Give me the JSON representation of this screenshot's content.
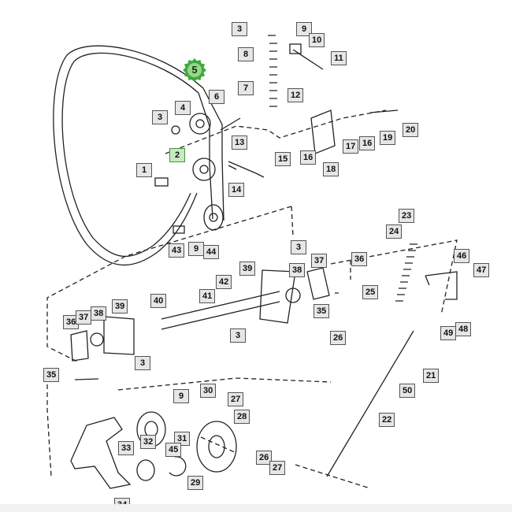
{
  "diagram": {
    "highlight_color": "#3fa83f",
    "callout_icon": "gear-icon",
    "callouts": [
      {
        "id": "c-3a",
        "text": "3"
      },
      {
        "id": "c-9a",
        "text": "9"
      },
      {
        "id": "c-10",
        "text": "10"
      },
      {
        "id": "c-8",
        "text": "8"
      },
      {
        "id": "c-11",
        "text": "11"
      },
      {
        "id": "c-5",
        "text": "5"
      },
      {
        "id": "c-7",
        "text": "7"
      },
      {
        "id": "c-6",
        "text": "6"
      },
      {
        "id": "c-4",
        "text": "4"
      },
      {
        "id": "c-3b",
        "text": "3"
      },
      {
        "id": "c-12",
        "text": "12"
      },
      {
        "id": "c-13",
        "text": "13"
      },
      {
        "id": "c-20",
        "text": "20"
      },
      {
        "id": "c-17",
        "text": "17"
      },
      {
        "id": "c-16a",
        "text": "16"
      },
      {
        "id": "c-19",
        "text": "19"
      },
      {
        "id": "c-2",
        "text": "2"
      },
      {
        "id": "c-15",
        "text": "15"
      },
      {
        "id": "c-16b",
        "text": "16"
      },
      {
        "id": "c-18",
        "text": "18"
      },
      {
        "id": "c-1",
        "text": "1"
      },
      {
        "id": "c-14",
        "text": "14"
      },
      {
        "id": "c-23",
        "text": "23"
      },
      {
        "id": "c-24",
        "text": "24"
      },
      {
        "id": "c-43",
        "text": "43"
      },
      {
        "id": "c-9b",
        "text": "9"
      },
      {
        "id": "c-44",
        "text": "44"
      },
      {
        "id": "c-3c",
        "text": "3"
      },
      {
        "id": "c-46",
        "text": "46"
      },
      {
        "id": "c-36a",
        "text": "36"
      },
      {
        "id": "c-37a",
        "text": "37"
      },
      {
        "id": "c-39a",
        "text": "39"
      },
      {
        "id": "c-38a",
        "text": "38"
      },
      {
        "id": "c-47",
        "text": "47"
      },
      {
        "id": "c-42",
        "text": "42"
      },
      {
        "id": "c-25",
        "text": "25"
      },
      {
        "id": "c-41",
        "text": "41"
      },
      {
        "id": "c-40",
        "text": "40"
      },
      {
        "id": "c-35a",
        "text": "35"
      },
      {
        "id": "c-39b",
        "text": "39"
      },
      {
        "id": "c-36b",
        "text": "36"
      },
      {
        "id": "c-37b",
        "text": "37"
      },
      {
        "id": "c-38b",
        "text": "38"
      },
      {
        "id": "c-48",
        "text": "48"
      },
      {
        "id": "c-49",
        "text": "49"
      },
      {
        "id": "c-3d",
        "text": "3"
      },
      {
        "id": "c-26a",
        "text": "26"
      },
      {
        "id": "c-3e",
        "text": "3"
      },
      {
        "id": "c-21",
        "text": "21"
      },
      {
        "id": "c-35b",
        "text": "35"
      },
      {
        "id": "c-30",
        "text": "30"
      },
      {
        "id": "c-50",
        "text": "50"
      },
      {
        "id": "c-9c",
        "text": "9"
      },
      {
        "id": "c-27a",
        "text": "27"
      },
      {
        "id": "c-28",
        "text": "28"
      },
      {
        "id": "c-22",
        "text": "22"
      },
      {
        "id": "c-32",
        "text": "32"
      },
      {
        "id": "c-31",
        "text": "31"
      },
      {
        "id": "c-33",
        "text": "33"
      },
      {
        "id": "c-45",
        "text": "45"
      },
      {
        "id": "c-26b",
        "text": "26"
      },
      {
        "id": "c-27b",
        "text": "27"
      },
      {
        "id": "c-29",
        "text": "29"
      },
      {
        "id": "c-34",
        "text": "34"
      }
    ]
  }
}
